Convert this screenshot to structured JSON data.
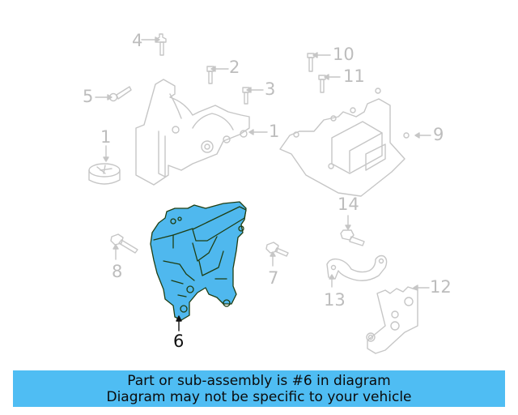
{
  "diagram": {
    "highlight_color": "#4fb8ee",
    "highlight_outline": "#1e3d12",
    "faded_color": "#c8c8c8",
    "highlighted_part": "6",
    "callouts": [
      {
        "id": "4",
        "label": "4"
      },
      {
        "id": "2",
        "label": "2"
      },
      {
        "id": "3",
        "label": "3"
      },
      {
        "id": "5",
        "label": "5"
      },
      {
        "id": "1a",
        "label": "1"
      },
      {
        "id": "1b",
        "label": "1"
      },
      {
        "id": "10",
        "label": "10"
      },
      {
        "id": "11",
        "label": "11"
      },
      {
        "id": "9",
        "label": "9"
      },
      {
        "id": "14",
        "label": "14"
      },
      {
        "id": "8",
        "label": "8"
      },
      {
        "id": "7",
        "label": "7"
      },
      {
        "id": "13",
        "label": "13"
      },
      {
        "id": "12",
        "label": "12"
      },
      {
        "id": "6",
        "label": "6"
      }
    ]
  },
  "banner": {
    "line1": "Part or sub-assembly is #6 in diagram",
    "line2": "Diagram may not be specific to your vehicle",
    "background": "#4fbdf3"
  }
}
